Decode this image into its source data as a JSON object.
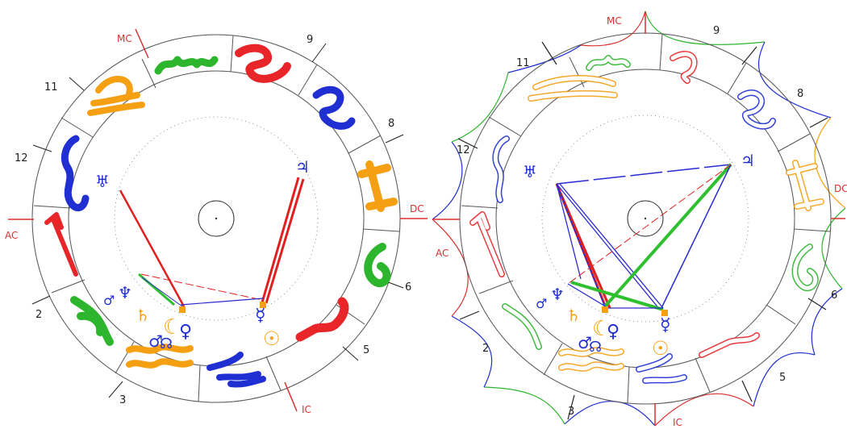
{
  "charts": [
    {
      "labels": {
        "mc": "MC",
        "ic": "IC",
        "ac": "AC",
        "dc": "DC"
      },
      "houses": [
        "9",
        "8",
        "6",
        "5",
        "3",
        "2",
        "12",
        "11"
      ],
      "planets": {
        "uranus": "♅",
        "jupiter": "♃",
        "neptune": "♆",
        "mars": "♂",
        "saturn": "♄",
        "moon": "☾",
        "venus": "♀",
        "node": "☊",
        "mercury": "☿",
        "sun": "☉"
      }
    },
    {
      "labels": {
        "mc": "MC",
        "ic": "IC",
        "ac": "AC",
        "dc": "DC"
      },
      "houses": [
        "9",
        "8",
        "6",
        "5",
        "3",
        "2",
        "12",
        "11"
      ],
      "planets": {
        "uranus": "♅",
        "jupiter": "♃",
        "neptune": "♆",
        "mars": "♂",
        "saturn": "♄",
        "moon": "☾",
        "venus": "♀",
        "node": "☊",
        "mercury": "☿",
        "sun": "☉"
      }
    }
  ],
  "colors": {
    "fire": "#e8262a",
    "earth": "#2db52d",
    "air": "#f5a013",
    "water": "#1f2fd1",
    "axis": "#d93030",
    "line_red": "#e02020",
    "line_blue": "#2a2ad0",
    "line_green": "#2ec02e"
  }
}
